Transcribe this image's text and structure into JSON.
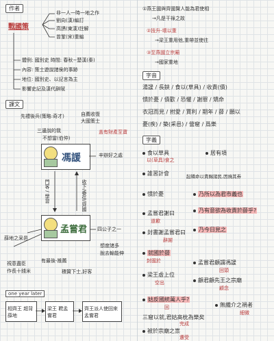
{
  "left": {
    "author_tag": "作者",
    "author_name": "戰國策",
    "author_lines": [
      "非一人一時一地之作",
      "劉向(漢)編訂",
      "高誘(東漢)註解",
      "曾鞏(宋)重編",
      "體例: 國別史  時間: 春秋~楚漢(秦)",
      "內容: 策士遊說諸侯的事跡",
      "地位: 國別史、以記言為主",
      "影響史記及漢代辭賦"
    ],
    "lesson_tag": "課文",
    "top_left_note": "先禮後兵(策略:奇才)",
    "top_right_note": "自薦收復",
    "top_right_note2": "大國策士",
    "mid_note1": "三邊說的我",
    "mid_note2": "不想當(伯仲)",
    "right_red_note": "盖有財產至寶",
    "right_note": "辛辦好之處",
    "person1": "馮諼",
    "person2": "孟嘗君",
    "arrow_left": "門客 / 學習",
    "arrow_right": "收下/委任/齊國",
    "mid_right_note": "四公子之一",
    "left_side_note": "薛地之采邑",
    "bottom_notes": [
      "視意盡臣",
      "作長十錢米",
      "有最後-推薦"
    ],
    "bottom_notes2": [
      "想度諸多",
      "脫去輸能伸"
    ],
    "bottom_center_note": "積贊下士,好客",
    "one_year_later": "one year later",
    "box1": "相齊王 超背薛地",
    "box2": "梁王 聘孟嘗君",
    "box3": "齊王派人使回來 孟嘗君"
  },
  "right": {
    "points": [
      "①燕王國與齊國賢人能為君使相",
      "→凡是干祿之故",
      "②技升-壞以重",
      "→梁王重用他,重帶並使往",
      "③至燕國立宗廟",
      "→國家重地"
    ],
    "words_tag": "字音",
    "words_lines": [
      "湯諼 / 長鋏 / 食以(草具) / 收責(債)",
      "憒於憂 / 債歡 / 恐懼 / 謝罪 / 矯命",
      "衣冠而見 / 拊愛 / 賈利 / 期年 / 薛 / 願以",
      "憂(疾) / 築(采邑) / 營窟 / 爲樂"
    ],
    "grammar_tag": "字義",
    "grammar_items": [
      {
        "text": "食以草具",
        "note": "以(草具)食之"
      },
      {
        "text": "居有頃",
        "note": ""
      },
      {
        "text": "誰習計會",
        "note": "起矯命以責賜諸民,因燒其券"
      },
      {
        "text": "憒於憂",
        "note": ""
      },
      {
        "text": "乃有意欲為收責於薛乎?",
        "note": "乃所以為君市義也"
      },
      {
        "text": "孟嘗君謝曰",
        "note": "道歉"
      },
      {
        "text": "封書謝孟嘗君曰",
        "note": "辭謝"
      },
      {
        "text": "乃今日見之",
        "note": ""
      },
      {
        "text": "就國於薛",
        "note": "封國於"
      },
      {
        "text": "孟嘗君顧謂馮諼",
        "note": "回頭"
      },
      {
        "text": "梁王虛上位",
        "note": "空出"
      },
      {
        "text": "顧君顧先王之宗廟",
        "note": "顧念"
      },
      {
        "text": "姑反國統萬人乎?",
        "note": "回"
      },
      {
        "text": "無纖介之禍者",
        "note": "細微"
      },
      {
        "text": "三窟以就,君姑高枕為樂矣",
        "note": "完成"
      },
      {
        "text": "被於宗廟之祟",
        "note": "遭受"
      }
    ]
  }
}
